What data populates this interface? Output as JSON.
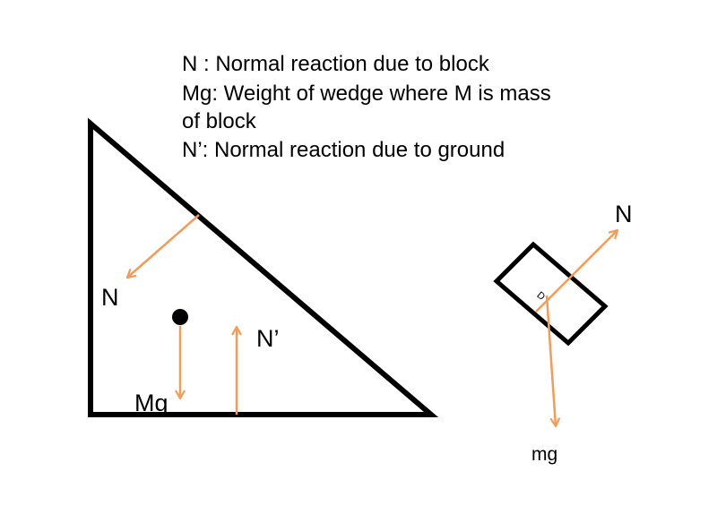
{
  "legend": {
    "line1": "N : Normal reaction due to block",
    "line2": "Mg: Weight of wedge where M is mass",
    "line3": "of block",
    "line4": "N’: Normal reaction due to ground"
  },
  "wedge": {
    "normal_label": "N",
    "weight_label": "Mg",
    "ground_reaction_label": "N’"
  },
  "block": {
    "normal_label": "N",
    "weight_label": "mg",
    "center_mark": "D"
  },
  "colors": {
    "outline": "#000000",
    "force_arrow": "#f39c5a",
    "background": "#ffffff"
  }
}
